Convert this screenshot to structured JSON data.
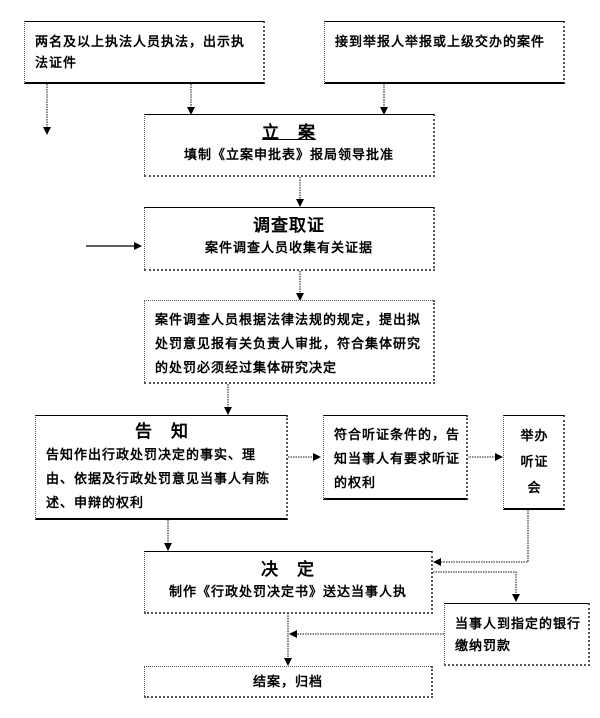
{
  "flowchart": {
    "source_left": {
      "text": "两名及以上执法人员执法，出示执法证件"
    },
    "source_right": {
      "text": "接到举报人举报或上级交办的案件"
    },
    "filing": {
      "title": "立　案",
      "text": "填制《立案申批表》报局领导批准"
    },
    "investigation": {
      "title": "调查取证",
      "text": "案件调查人员收集有关证据"
    },
    "review": {
      "text": "案件调查人员根据法律法规的规定，提出拟处罚意见报有关负责人审批，符合集体研究的处罚必须经过集体研究决定"
    },
    "notify": {
      "title": "告　知",
      "text": "告知作出行政处罚决定的事实、理由、依据及行政处罚意见当事人有陈述、申辩的权利"
    },
    "hearing_notice": {
      "text": "符合听证条件的，告知当事人有要求听证的权利"
    },
    "hearing": {
      "text": "举办听证会"
    },
    "decision": {
      "title": "决　定",
      "text": "制作《行政处罚决定书》送达当事人执"
    },
    "payment": {
      "text": "当事人到指定的银行缴纳罚款"
    },
    "close": {
      "text": "结案，归档"
    }
  }
}
